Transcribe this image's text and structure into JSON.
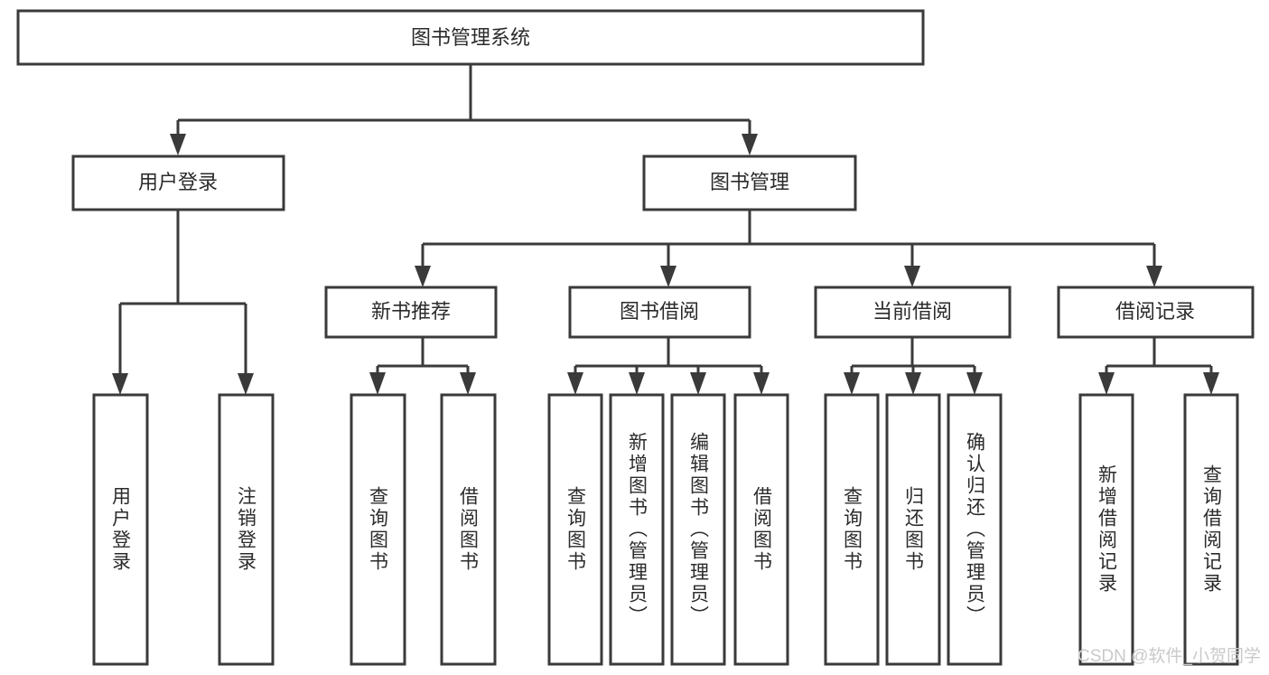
{
  "diagram": {
    "title": "图书管理系统",
    "type": "tree-hierarchy",
    "orientation": "top-down",
    "colors": {
      "background": "#ffffff",
      "box_fill": "#ffffff",
      "box_stroke": "#3a3a3a",
      "connector": "#3a3a3a",
      "text": "#2b2b2b",
      "watermark": "#c9c9c9"
    },
    "root": {
      "label": "图书管理系统"
    },
    "level2": [
      {
        "label": "用户登录"
      },
      {
        "label": "图书管理"
      }
    ],
    "level3": [
      {
        "label": "新书推荐"
      },
      {
        "label": "图书借阅"
      },
      {
        "label": "当前借阅"
      },
      {
        "label": "借阅记录"
      }
    ],
    "leaves": {
      "user_login": [
        {
          "label": "用户登录"
        },
        {
          "label": "注销登录"
        }
      ],
      "new_book_recommend": [
        {
          "label": "查询图书"
        },
        {
          "label": "借阅图书"
        }
      ],
      "book_borrow": [
        {
          "label": "查询图书"
        },
        {
          "label": "新增图书（管理员）"
        },
        {
          "label": "编辑图书（管理员）"
        },
        {
          "label": "借阅图书"
        }
      ],
      "current_borrow": [
        {
          "label": "查询图书"
        },
        {
          "label": "归还图书"
        },
        {
          "label": "确认归还（管理员）"
        }
      ],
      "borrow_record": [
        {
          "label": "新增借阅记录"
        },
        {
          "label": "查询借阅记录"
        }
      ]
    }
  },
  "watermark": {
    "text": "CSDN @软件_小贺同学"
  }
}
